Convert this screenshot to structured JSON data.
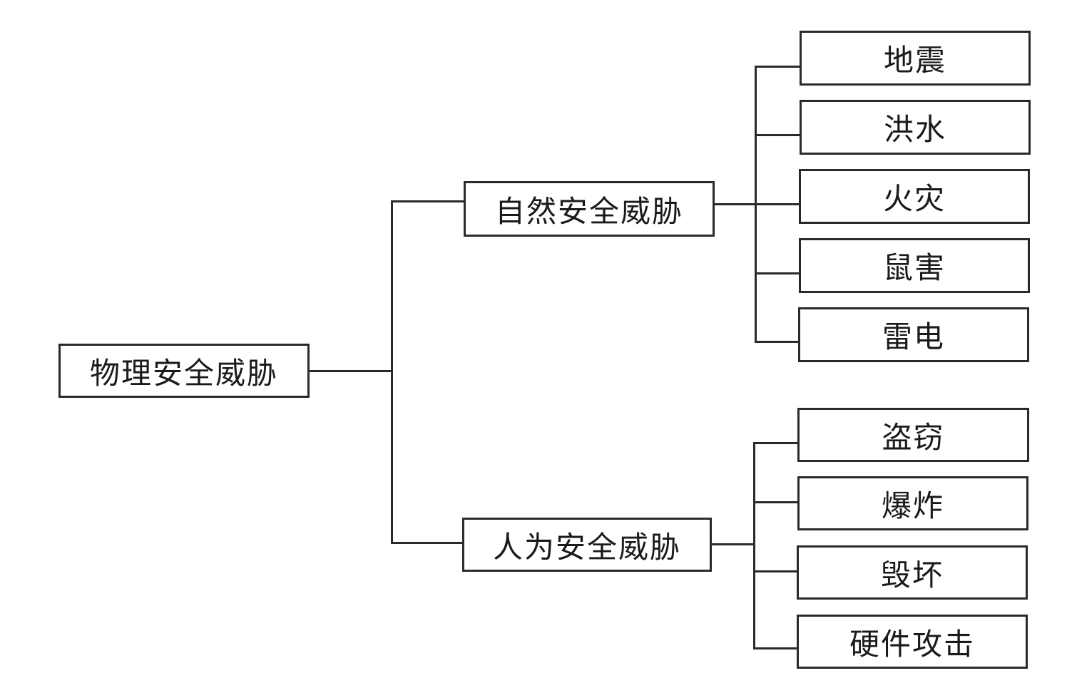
{
  "diagram": {
    "root": {
      "label": "物理安全威胁"
    },
    "branches": [
      {
        "label": "自然安全威胁",
        "children": [
          "地震",
          "洪水",
          "火灾",
          "鼠害",
          "雷电"
        ]
      },
      {
        "label": "人为安全威胁",
        "children": [
          "盗窃",
          "爆炸",
          "毁坏",
          "硬件攻击"
        ]
      }
    ],
    "line_color": "#2a2a2a"
  }
}
